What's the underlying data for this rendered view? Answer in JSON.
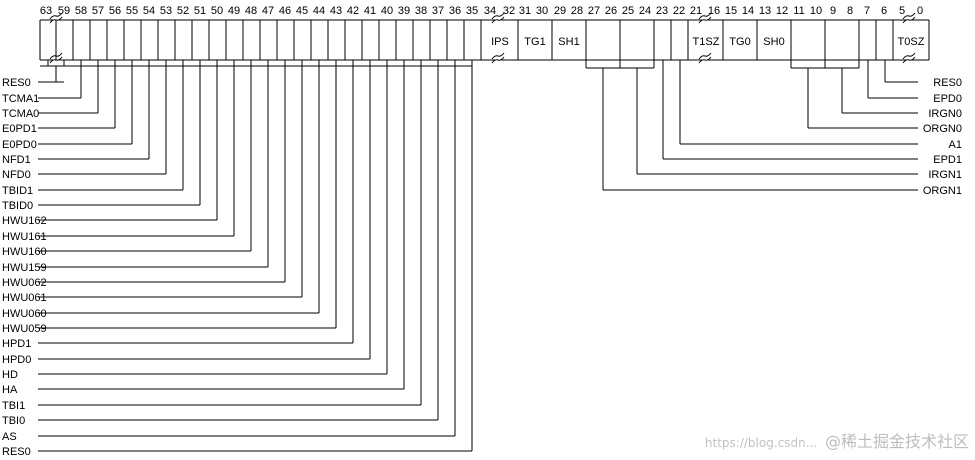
{
  "register": {
    "bit_numbers": [
      {
        "id": "b63",
        "text": "63"
      },
      {
        "id": "b59",
        "text": "59"
      },
      {
        "id": "b58",
        "text": "58"
      },
      {
        "id": "b57",
        "text": "57"
      },
      {
        "id": "b56",
        "text": "56"
      },
      {
        "id": "b55",
        "text": "55"
      },
      {
        "id": "b54",
        "text": "54"
      },
      {
        "id": "b53",
        "text": "53"
      },
      {
        "id": "b52",
        "text": "52"
      },
      {
        "id": "b51",
        "text": "51"
      },
      {
        "id": "b50",
        "text": "50"
      },
      {
        "id": "b49",
        "text": "49"
      },
      {
        "id": "b48",
        "text": "48"
      },
      {
        "id": "b47",
        "text": "47"
      },
      {
        "id": "b46",
        "text": "46"
      },
      {
        "id": "b45",
        "text": "45"
      },
      {
        "id": "b44",
        "text": "44"
      },
      {
        "id": "b43",
        "text": "43"
      },
      {
        "id": "b42",
        "text": "42"
      },
      {
        "id": "b41",
        "text": "41"
      },
      {
        "id": "b40",
        "text": "40"
      },
      {
        "id": "b39",
        "text": "39"
      },
      {
        "id": "b38",
        "text": "38"
      },
      {
        "id": "b37",
        "text": "37"
      },
      {
        "id": "b36",
        "text": "36"
      },
      {
        "id": "b35",
        "text": "35"
      },
      {
        "id": "b34",
        "text": "34"
      },
      {
        "id": "b32",
        "text": "32"
      },
      {
        "id": "b31",
        "text": "31"
      },
      {
        "id": "b30",
        "text": "30"
      },
      {
        "id": "b29",
        "text": "29"
      },
      {
        "id": "b28",
        "text": "28"
      },
      {
        "id": "b27",
        "text": "27"
      },
      {
        "id": "b26",
        "text": "26"
      },
      {
        "id": "b25",
        "text": "25"
      },
      {
        "id": "b24",
        "text": "24"
      },
      {
        "id": "b23",
        "text": "23"
      },
      {
        "id": "b22",
        "text": "22"
      },
      {
        "id": "b21",
        "text": "21"
      },
      {
        "id": "b16",
        "text": "16"
      },
      {
        "id": "b15",
        "text": "15"
      },
      {
        "id": "b14",
        "text": "14"
      },
      {
        "id": "b13",
        "text": "13"
      },
      {
        "id": "b12",
        "text": "12"
      },
      {
        "id": "b11",
        "text": "11"
      },
      {
        "id": "b10",
        "text": "10"
      },
      {
        "id": "b9",
        "text": "9"
      },
      {
        "id": "b8",
        "text": "8"
      },
      {
        "id": "b7",
        "text": "7"
      },
      {
        "id": "b6",
        "text": "6"
      },
      {
        "id": "b5",
        "text": "5"
      },
      {
        "id": "b0",
        "text": "0"
      }
    ],
    "in_box_fields": [
      {
        "id": "ips",
        "text": "IPS"
      },
      {
        "id": "tg1",
        "text": "TG1"
      },
      {
        "id": "sh1",
        "text": "SH1"
      },
      {
        "id": "t1sz",
        "text": "T1SZ"
      },
      {
        "id": "tg0",
        "text": "TG0"
      },
      {
        "id": "sh0",
        "text": "SH0"
      },
      {
        "id": "t0sz",
        "text": "T0SZ"
      }
    ],
    "left_labels": [
      {
        "id": "res0-63",
        "text": "RES0"
      },
      {
        "id": "tcma1",
        "text": "TCMA1"
      },
      {
        "id": "tcma0",
        "text": "TCMA0"
      },
      {
        "id": "e0pd1",
        "text": "E0PD1"
      },
      {
        "id": "e0pd0",
        "text": "E0PD0"
      },
      {
        "id": "nfd1",
        "text": "NFD1"
      },
      {
        "id": "nfd0",
        "text": "NFD0"
      },
      {
        "id": "tbid1",
        "text": "TBID1"
      },
      {
        "id": "tbid0",
        "text": "TBID0"
      },
      {
        "id": "hwu162",
        "text": "HWU162"
      },
      {
        "id": "hwu161",
        "text": "HWU161"
      },
      {
        "id": "hwu160",
        "text": "HWU160"
      },
      {
        "id": "hwu159",
        "text": "HWU159"
      },
      {
        "id": "hwu062",
        "text": "HWU062"
      },
      {
        "id": "hwu061",
        "text": "HWU061"
      },
      {
        "id": "hwu060",
        "text": "HWU060"
      },
      {
        "id": "hwu059",
        "text": "HWU059"
      },
      {
        "id": "hpd1",
        "text": "HPD1"
      },
      {
        "id": "hpd0",
        "text": "HPD0"
      },
      {
        "id": "hd",
        "text": "HD"
      },
      {
        "id": "ha",
        "text": "HA"
      },
      {
        "id": "tbi1",
        "text": "TBI1"
      },
      {
        "id": "tbi0",
        "text": "TBI0"
      },
      {
        "id": "as",
        "text": "AS"
      },
      {
        "id": "res0-35",
        "text": "RES0"
      }
    ],
    "right_labels": [
      {
        "id": "res0-6",
        "text": "RES0"
      },
      {
        "id": "epd0",
        "text": "EPD0"
      },
      {
        "id": "irgn0",
        "text": "IRGN0"
      },
      {
        "id": "orgn0",
        "text": "ORGN0"
      },
      {
        "id": "a1",
        "text": "A1"
      },
      {
        "id": "epd1",
        "text": "EPD1"
      },
      {
        "id": "irgn1",
        "text": "IRGN1"
      },
      {
        "id": "orgn1",
        "text": "ORGN1"
      }
    ]
  },
  "watermark": {
    "url": "https://blog.csdn...",
    "site": "@稀土掘金技术社区"
  }
}
